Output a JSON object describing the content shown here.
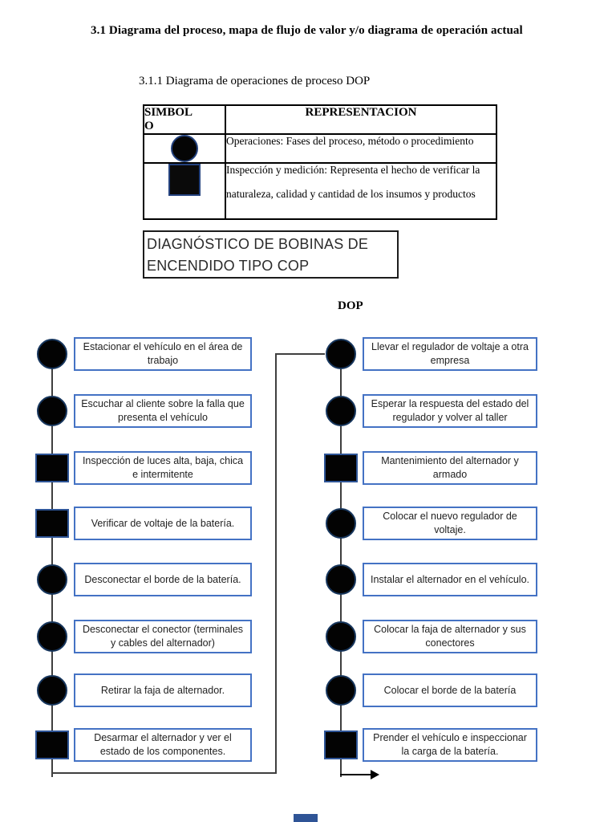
{
  "document": {
    "section_title": "3.1 Diagrama del proceso, mapa de flujo de valor y/o diagrama de operación actual",
    "subsection_title": "3.1.1 Diagrama de operaciones de proceso DOP",
    "dop_heading": "DOP"
  },
  "symbol_table": {
    "header": {
      "symbol": "SIMBOLO",
      "representation": "REPRESENTACION"
    },
    "rows": [
      {
        "symbol_icon": "operation-circle",
        "text": "Operaciones: Fases del proceso, método o procedimiento"
      },
      {
        "symbol_icon": "inspection-square",
        "text_line1": "Inspección y medición: Representa el hecho de verificar la",
        "text_line2": "naturaleza, calidad y cantidad de los insumos y productos"
      }
    ]
  },
  "diagnosis_box": {
    "line1": "DIAGNÓSTICO DE BOBINAS DE",
    "line2": "ENCENDIDO TIPO COP"
  },
  "flowchart": {
    "left": [
      {
        "type": "circle",
        "label": "Estacionar el vehículo en el área de trabajo"
      },
      {
        "type": "circle",
        "label": "Escuchar al cliente sobre la falla que presenta el vehículo"
      },
      {
        "type": "square",
        "label": "Inspección de luces alta, baja, chica e intermitente"
      },
      {
        "type": "square",
        "label": "Verificar de voltaje de la batería."
      },
      {
        "type": "circle",
        "label": "Desconectar el borde de la batería."
      },
      {
        "type": "circle",
        "label": "Desconectar el conector (terminales y cables del alternador)"
      },
      {
        "type": "circle",
        "label": "Retirar la faja de alternador."
      },
      {
        "type": "square",
        "label": "Desarmar el alternador y ver el estado de los componentes."
      }
    ],
    "right": [
      {
        "type": "circle",
        "label": "Llevar el regulador de voltaje a otra empresa"
      },
      {
        "type": "circle",
        "label": "Esperar la respuesta del estado del regulador y volver al taller"
      },
      {
        "type": "square",
        "label": "Mantenimiento del alternador y armado"
      },
      {
        "type": "circle",
        "label": "Colocar el nuevo regulador de voltaje."
      },
      {
        "type": "circle",
        "label": "Instalar el alternador en el vehículo."
      },
      {
        "type": "circle",
        "label": "Colocar la faja de alternador y sus conectores"
      },
      {
        "type": "circle",
        "label": "Colocar el borde de la batería"
      },
      {
        "type": "square",
        "label": "Prender el vehículo e inspeccionar la carga de la batería."
      }
    ]
  },
  "colors": {
    "box_border_blue": "#4472C4",
    "symbol_fill": "#000000",
    "circle_edge_navy": "#17365D",
    "square_edge_blue": "#2E5597",
    "connector_gray": "#3F3F3F",
    "next_page_blue": "#2F5496"
  }
}
